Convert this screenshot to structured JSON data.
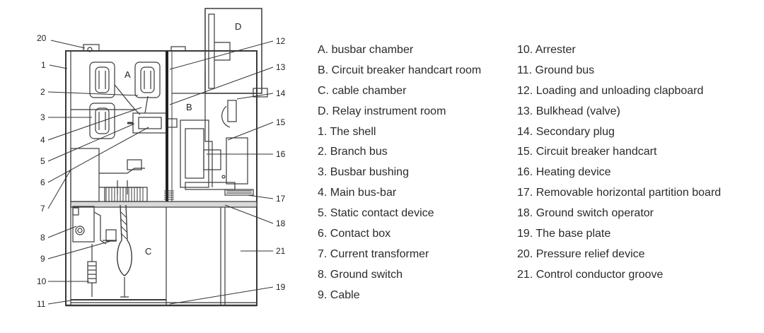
{
  "diagram": {
    "callouts": [
      "1",
      "2",
      "3",
      "4",
      "5",
      "6",
      "7",
      "8",
      "9",
      "10",
      "11",
      "12",
      "13",
      "14",
      "15",
      "16",
      "17",
      "18",
      "19",
      "20",
      "21"
    ],
    "regions": [
      "A",
      "B",
      "C",
      "D"
    ]
  },
  "legend": {
    "left": [
      "A. busbar chamber",
      "B. Circuit breaker handcart room",
      "C. cable chamber",
      "D. Relay instrument room",
      "1. The shell",
      "2. Branch bus",
      "3. Busbar bushing",
      "4. Main bus-bar",
      "5. Static contact device",
      "6. Contact box",
      "7. Current transformer",
      "8. Ground switch",
      "9. Cable"
    ],
    "right": [
      "10. Arrester",
      "11. Ground bus",
      "12. Loading and unloading clapboard",
      "13. Bulkhead (valve)",
      "14. Secondary plug",
      "15. Circuit breaker handcart",
      "16. Heating device",
      "17. Removable horizontal partition board",
      "18. Ground switch operator",
      "19. The base plate",
      "20. Pressure relief device",
      "21. Control conductor groove"
    ]
  }
}
